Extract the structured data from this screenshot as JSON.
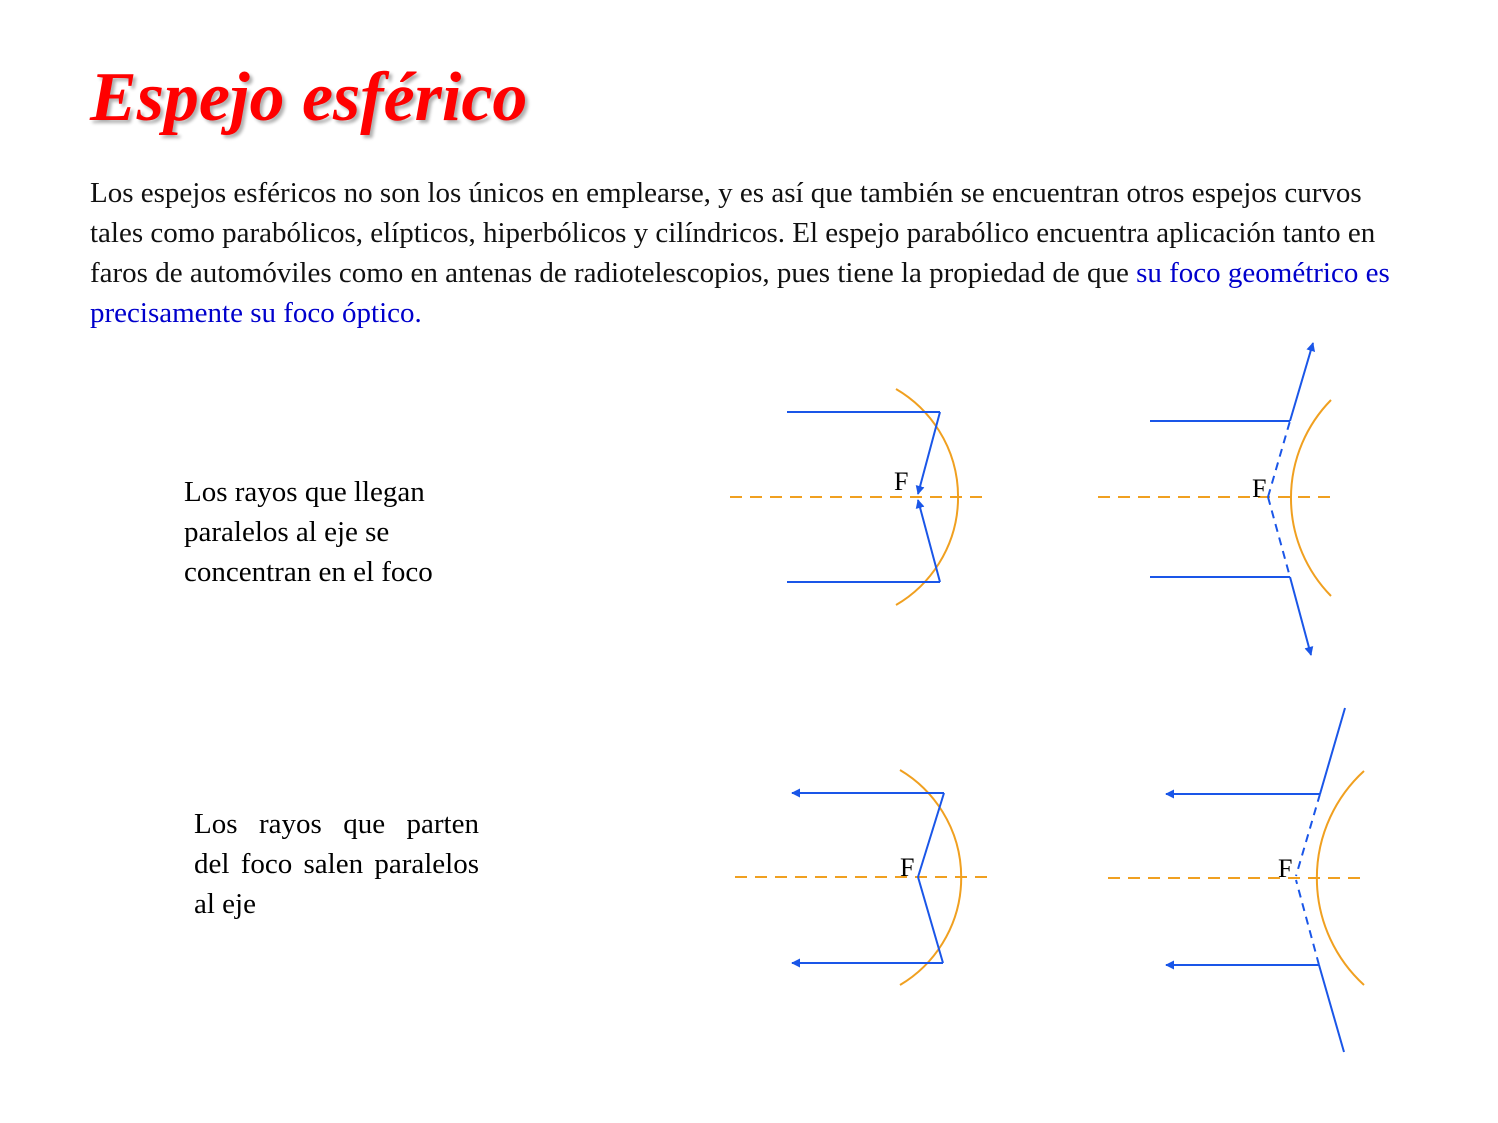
{
  "title": "Espejo esférico",
  "intro": {
    "text": "Los espejos esféricos no son los únicos en emplearse, y es así que también se encuentran otros espejos curvos tales como parabólicos, elípticos, hiperbólicos y cilíndricos. El espejo parabólico encuentra aplicación tanto en faros de automóviles como en antenas de radiotelescopios, pues tiene la propiedad de que ",
    "highlight": "su foco geométrico es precisamente su foco óptico."
  },
  "captions": {
    "parallel_to_focus": "Los rayos que llegan paralelos al eje se concentran en el foco",
    "focus_to_parallel": "Los rayos que parten del foco salen paralelos al eje"
  },
  "diagrams": {
    "focus_label": "F"
  },
  "colors": {
    "title": "#ff0000",
    "highlight": "#0000cc",
    "ray": "#1a56e8",
    "mirror": "#f0a020",
    "axis": "#f0a020"
  }
}
